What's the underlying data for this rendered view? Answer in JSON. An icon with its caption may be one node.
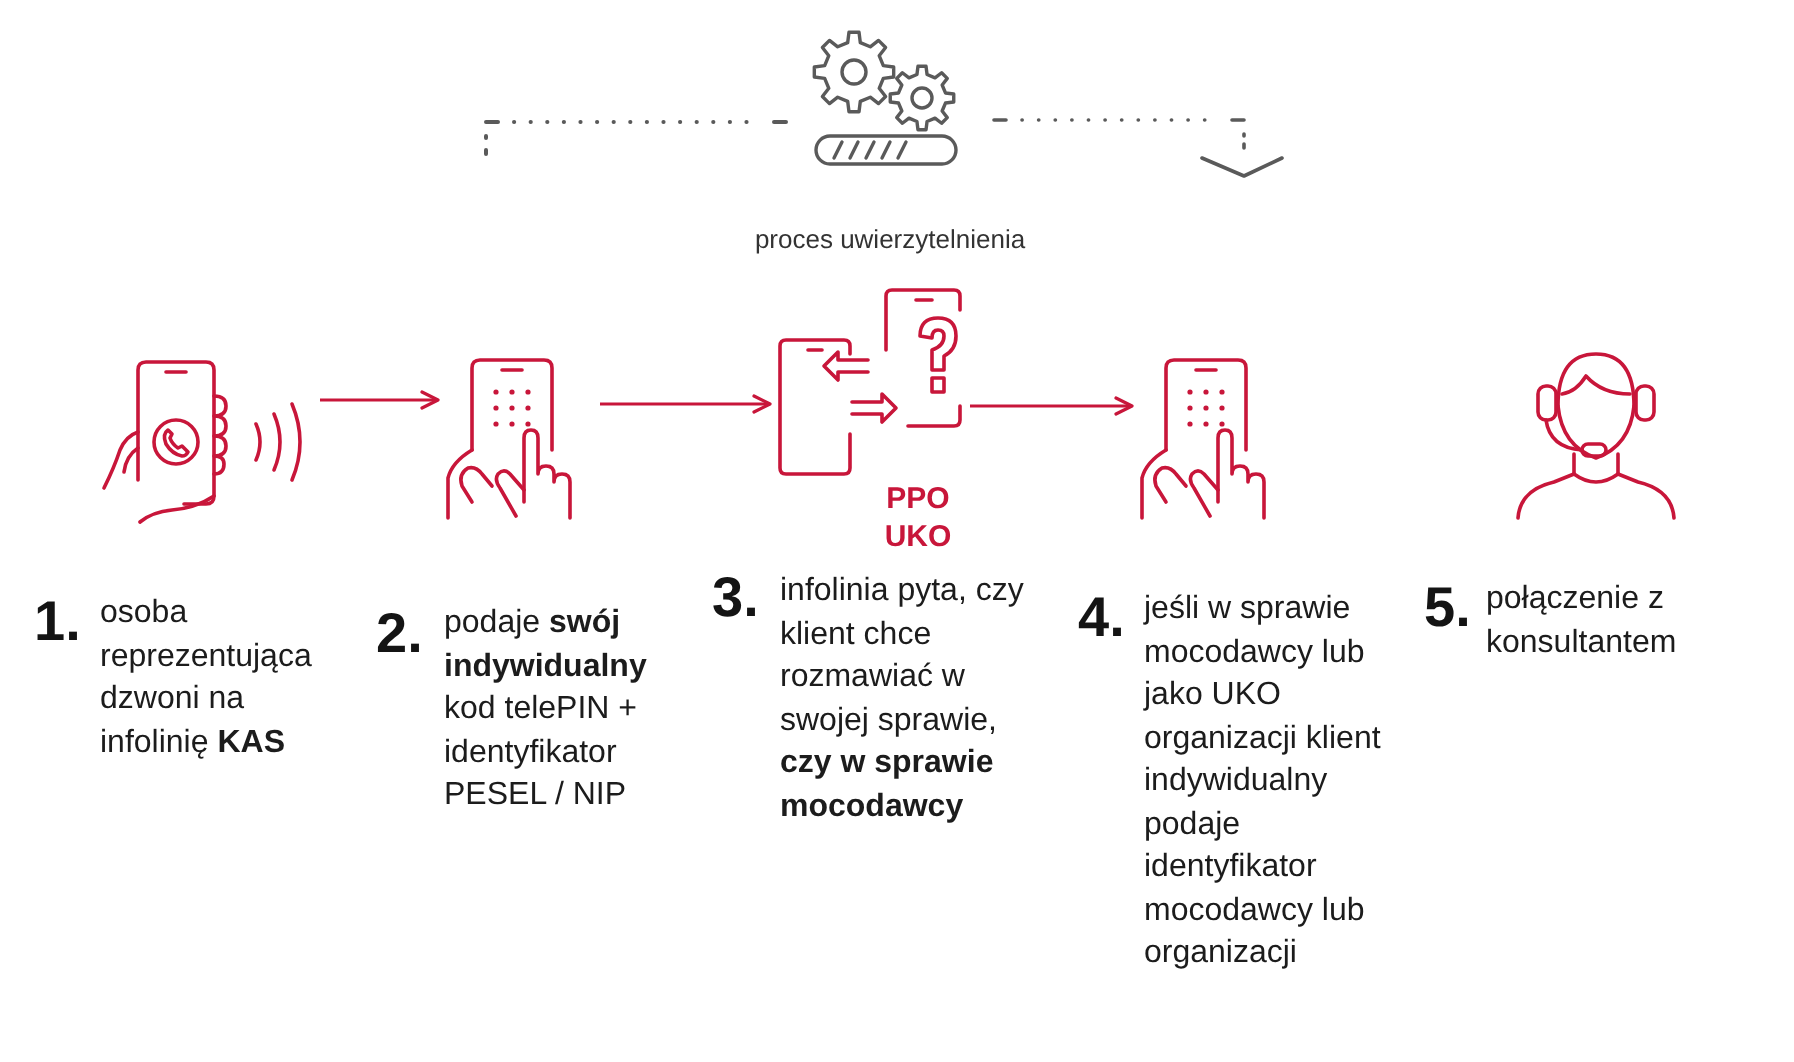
{
  "diagram": {
    "nodes": [
      {
        "text": [],
        "shape": "picture",
        "beside": [
          "1.",
          "osoba reprezentująca dzwoni na infolinię **KAS**"
        ]
      },
      {
        "text": [],
        "shape": "picture",
        "beside": [
          "2.",
          "podaje **swój indywidualny** kod telePIN + identyfikator PESEL / NIP"
        ]
      },
      {
        "text": [
          "PPO UKO"
        ],
        "beside": [
          "3.",
          "infolinia pyta, czy klient chce rozmawiać w swojej sprawie, **czy w sprawie mocodawcy**"
        ]
      },
      {
        "text": [],
        "shape": "picture",
        "beside": [
          "4.",
          "jeśli w sprawie mocodawcy lub jako UKO organizacji klient indywidualny podaje identyfikator mocodawcy lub organizacji"
        ]
      },
      {
        "text": [],
        "shape": "picture",
        "beside": [
          "5.",
          "połączenie z konsultantem"
        ]
      }
    ],
    "edges": [
      {
        "from": 0,
        "to": 1,
        "arrow": "to"
      },
      {
        "from": 1,
        "to": 2,
        "arrow": "to"
      },
      {
        "from": 2,
        "to": 3,
        "arrow": "to"
      }
    ],
    "labels": [
      "proces uwierzytelnienia"
    ]
  }
}
